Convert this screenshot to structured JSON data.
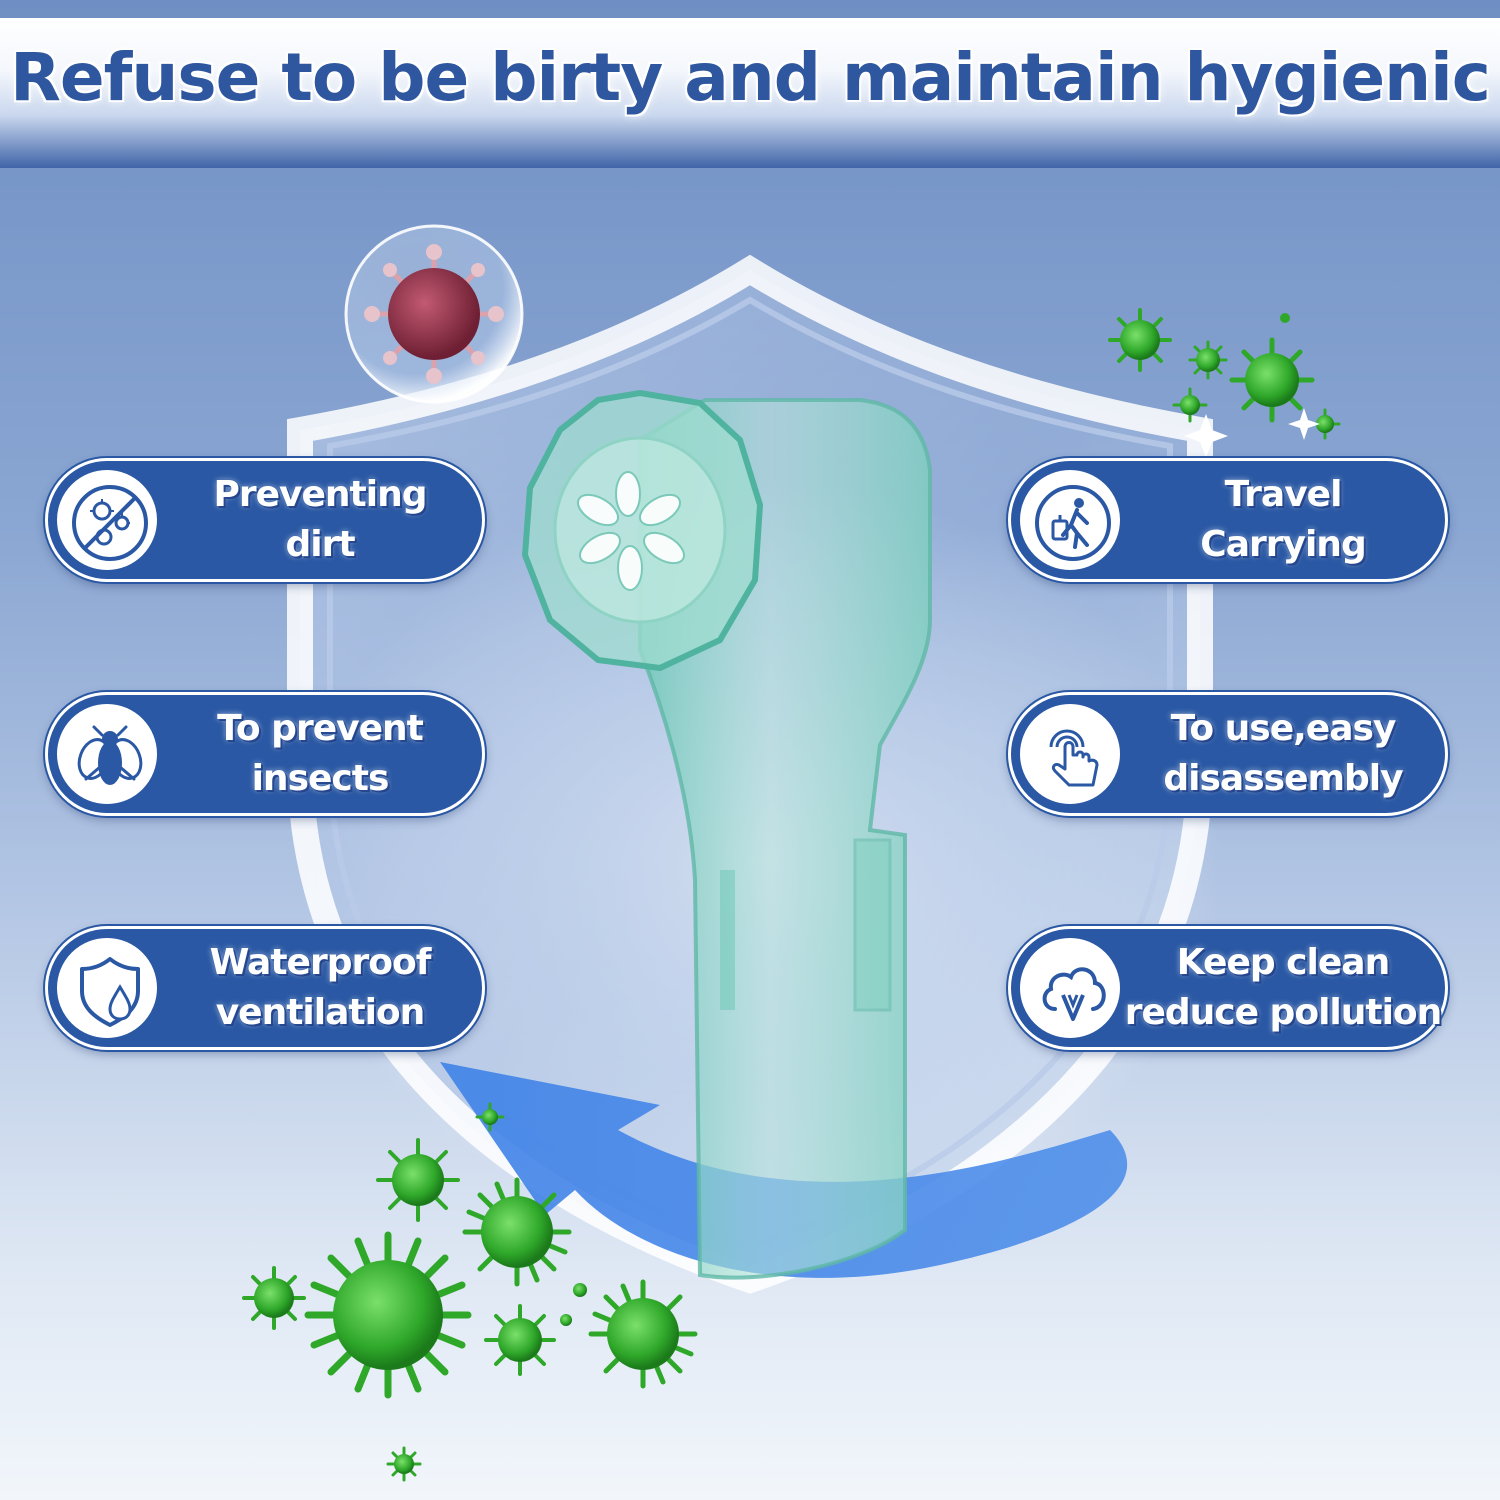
{
  "header": {
    "title": "Refuse to be birty and maintain hygienic"
  },
  "features": [
    {
      "id": "preventing-dirt",
      "icon": "no-germs-icon",
      "lines": [
        "Preventing",
        "dirt"
      ]
    },
    {
      "id": "travel-carrying",
      "icon": "traveler-luggage-icon",
      "lines": [
        "Travel",
        "Carrying"
      ]
    },
    {
      "id": "prevent-insects",
      "icon": "fly-icon",
      "lines": [
        "To prevent",
        "insects"
      ]
    },
    {
      "id": "easy-disassembly",
      "icon": "hand-tap-icon",
      "lines": [
        "To use,easy",
        "disassembly"
      ]
    },
    {
      "id": "waterproof-ventilation",
      "icon": "shield-drop-icon",
      "lines": [
        "Waterproof",
        "ventilation"
      ]
    },
    {
      "id": "keep-clean",
      "icon": "cloud-recycle-icon",
      "lines": [
        "Keep clean",
        "reduce pollution"
      ]
    }
  ],
  "colors": {
    "pill": "#2a58a4",
    "title": "#2f57a0",
    "germ": "#2fa82a",
    "cover": "#7ed1c3"
  }
}
